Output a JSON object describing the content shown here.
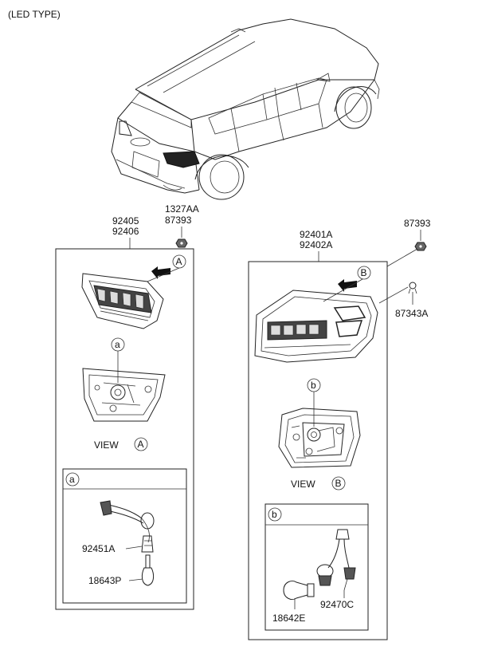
{
  "header": {
    "type_label": "(LED TYPE)"
  },
  "left_group": {
    "part_numbers": [
      "92405",
      "92406"
    ],
    "fasteners": [
      "1327AA",
      "87393"
    ],
    "view_prefix": "VIEW",
    "view_letter": "A",
    "arrow_letter": "A",
    "detail_marker": "a",
    "inset": {
      "marker": "a",
      "parts": [
        "92451A",
        "18643P"
      ]
    }
  },
  "right_group": {
    "part_numbers": [
      "92401A",
      "92402A"
    ],
    "fasteners": [
      "87393",
      "87343A"
    ],
    "view_prefix": "VIEW",
    "view_letter": "B",
    "arrow_letter": "B",
    "detail_marker": "b",
    "inset": {
      "marker": "b",
      "parts": [
        "18642E",
        "92470C"
      ]
    }
  }
}
